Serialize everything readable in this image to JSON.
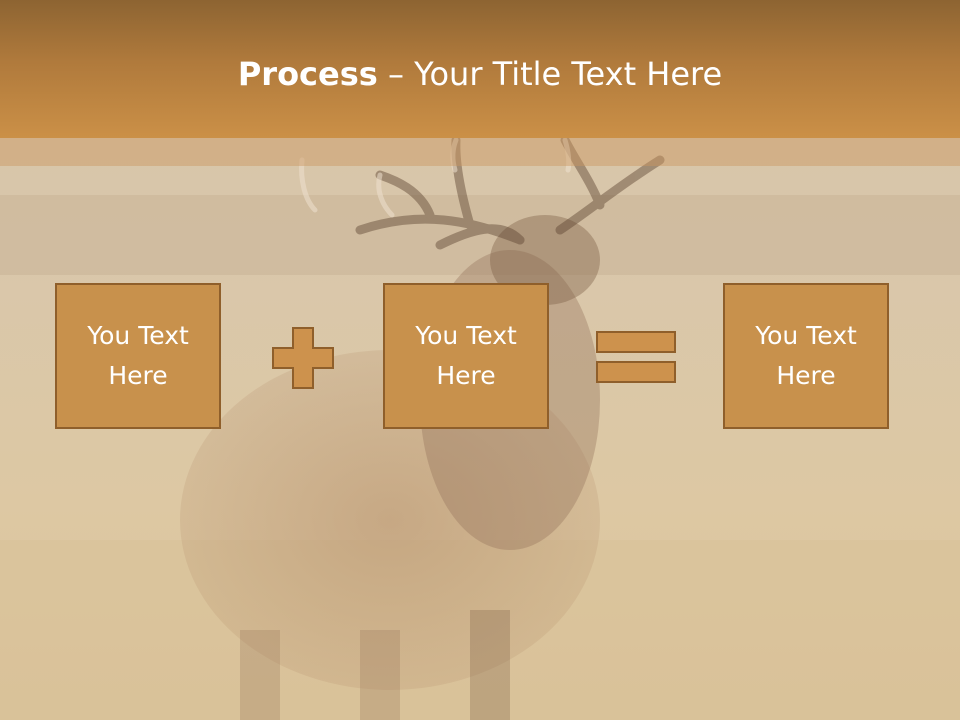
{
  "slide": {
    "title_bold": "Process",
    "title_rest": " – Your Title Text Here",
    "boxes": [
      {
        "line1": "You Text",
        "line2": "Here"
      },
      {
        "line1": "You Text",
        "line2": "Here"
      },
      {
        "line1": "You Text",
        "line2": "Here"
      }
    ],
    "operators": [
      "plus",
      "equals"
    ]
  },
  "colors": {
    "header": "#b07a3c",
    "box_fill": "#c8914c",
    "box_border": "#8f5f2b",
    "operator_fill": "#cd924d",
    "operator_stroke": "#8f5f2b",
    "text": "#ffffff"
  },
  "icons": {
    "plus": "plus-icon",
    "equals": "equals-icon",
    "background": "elk-photo"
  }
}
